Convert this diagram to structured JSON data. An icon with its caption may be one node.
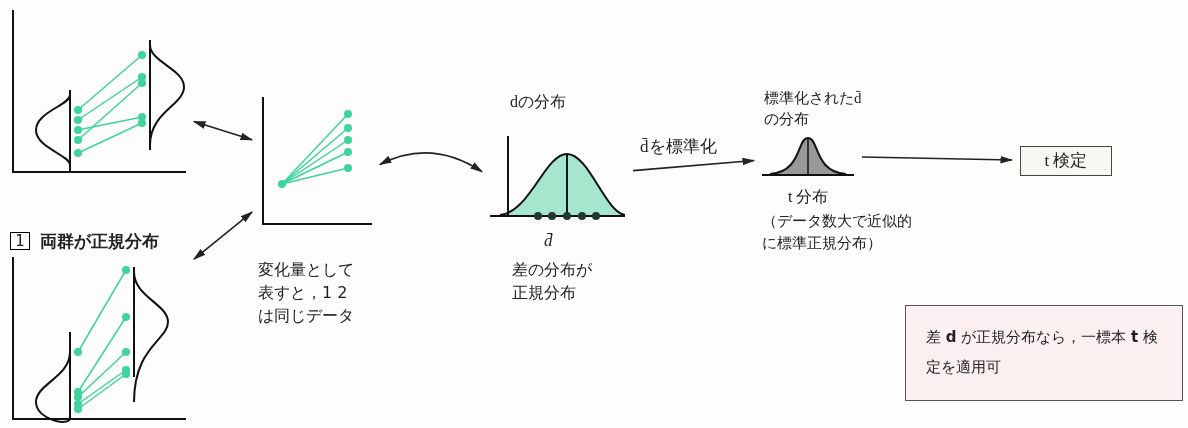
{
  "diagram": {
    "nodes": [
      {
        "text": [],
        "shape": "picture"
      },
      {
        "text": [],
        "shape": "picture"
      },
      {
        "text": [],
        "shape": "picture"
      },
      {
        "text": [],
        "shape": "picture",
        "beside": [
          "dの分布",
          "d̄",
          "差の分布が正規分布"
        ]
      },
      {
        "text": [],
        "shape": "picture",
        "beside": [
          "標準化されたd̄の分布",
          "t 分布",
          "（データ数大で近似的に標準正規分布）"
        ]
      },
      {
        "text": [
          "t 検定"
        ]
      },
      {
        "text": [
          "差 **d** が正規分布なら，一標本 **t** 検定を適用可"
        ]
      }
    ],
    "edges": [
      {
        "from": 0,
        "to": 2,
        "arrow": "both"
      },
      {
        "from": 1,
        "to": 2,
        "arrow": "both"
      },
      {
        "from": 2,
        "to": 3,
        "arrow": "both"
      },
      {
        "from": 3,
        "to": 4,
        "arrow": "to",
        "label": "d̄を標準化"
      },
      {
        "from": 4,
        "to": 5,
        "arrow": "to"
      }
    ],
    "labels": [
      "1",
      "両群が正規分布",
      "変化量として表すと，1 2は同じデータ"
    ]
  }
}
